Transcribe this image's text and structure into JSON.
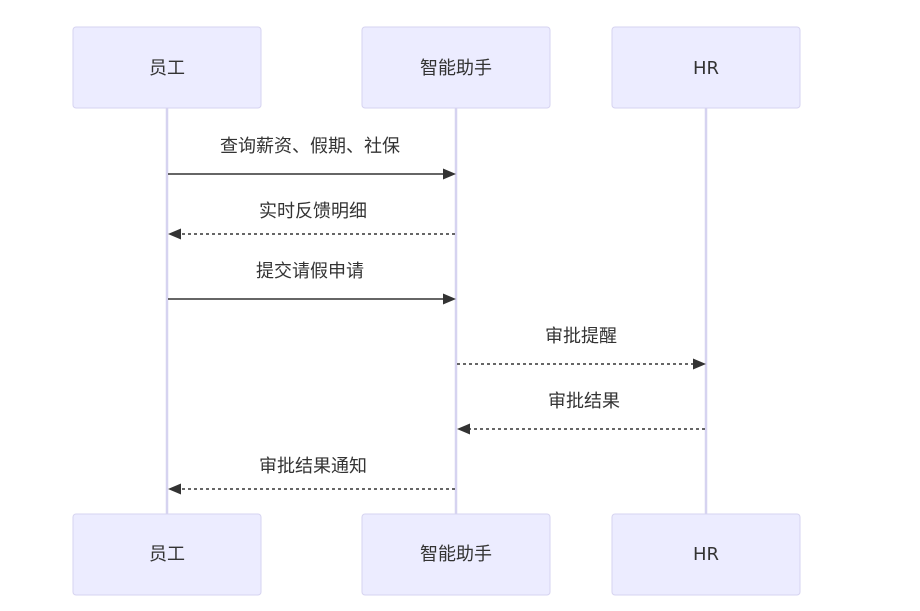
{
  "diagram": {
    "type": "sequence",
    "participants": [
      {
        "id": "employee",
        "label": "员工"
      },
      {
        "id": "assistant",
        "label": "智能助手"
      },
      {
        "id": "hr",
        "label": "HR"
      }
    ],
    "messages": [
      {
        "from": "employee",
        "to": "assistant",
        "text": "查询薪资、假期、社保",
        "style": "solid"
      },
      {
        "from": "assistant",
        "to": "employee",
        "text": "实时反馈明细",
        "style": "dotted"
      },
      {
        "from": "employee",
        "to": "assistant",
        "text": "提交请假申请",
        "style": "solid"
      },
      {
        "from": "assistant",
        "to": "hr",
        "text": "审批提醒",
        "style": "dotted"
      },
      {
        "from": "hr",
        "to": "assistant",
        "text": "审批结果",
        "style": "dotted"
      },
      {
        "from": "assistant",
        "to": "employee",
        "text": "审批结果通知",
        "style": "dotted"
      }
    ]
  }
}
